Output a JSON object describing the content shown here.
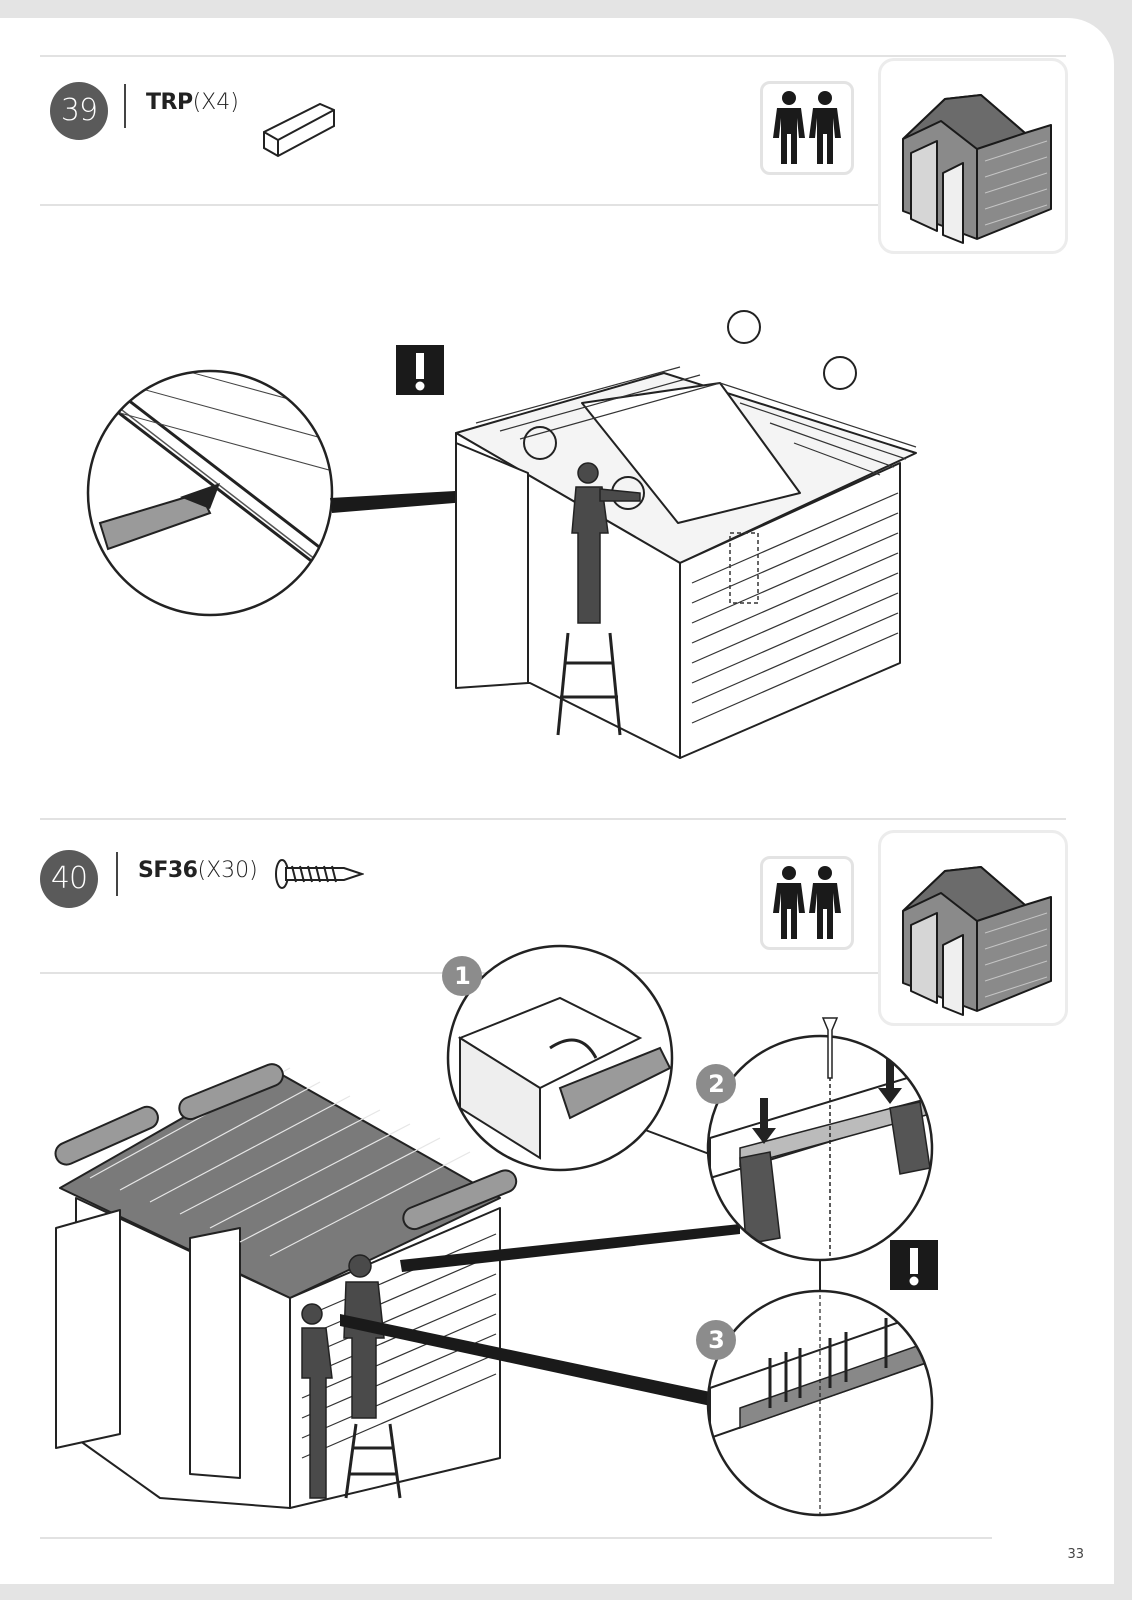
{
  "steps": [
    {
      "number": "39",
      "part_code": "TRP",
      "part_qty": "(X4)",
      "part_icon": "wedge-block-icon",
      "people_icon": "two-people-icon",
      "preview_icon": "shed-preview-icon",
      "warning_icon": "exclamation-warning-icon"
    },
    {
      "number": "40",
      "part_code": "SF36",
      "part_qty": "(X30)",
      "part_icon": "screw-icon",
      "people_icon": "two-people-icon",
      "preview_icon": "shed-preview-icon",
      "warning_icon": "exclamation-warning-icon",
      "callouts": [
        "1",
        "2",
        "3"
      ]
    }
  ],
  "page_number": "33"
}
